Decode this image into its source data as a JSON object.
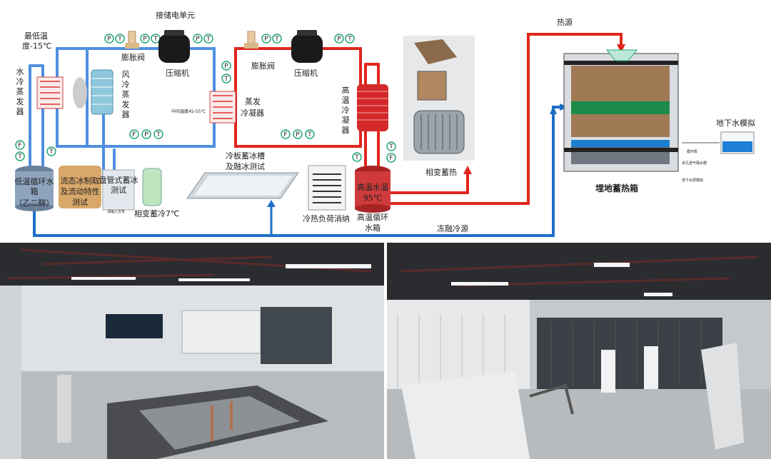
{
  "labels": {
    "storage_unit": "接储电单元",
    "min_temp": "最低温",
    "min_temp_value": "度-15℃",
    "water_evap": [
      "水",
      "冷",
      "蒸",
      "发",
      "器"
    ],
    "air_evap": [
      "风",
      "冷",
      "蒸",
      "发",
      "器"
    ],
    "expansion_valve_1": "膨胀阀",
    "compressor_1": "压缩机",
    "mid_temp": "中间温度45-55℃",
    "expansion_valve_2": "膨胀阀",
    "compressor_2": "压缩机",
    "evap_condenser": [
      "蒸发",
      "冷凝器"
    ],
    "ht_condenser": [
      "高",
      "温",
      "冷",
      "凝",
      "器"
    ],
    "low_tank": [
      "低温循环水",
      "箱",
      "（乙二醇）"
    ],
    "flow_ice": [
      "流态冰制取",
      "及流动特性",
      "测试"
    ],
    "coil_ice": [
      "盘管式蓄冰",
      "测试"
    ],
    "small_text": "请输入文本",
    "pcm_cold": "相变蓄冷7℃",
    "plate_tank": [
      "冷板蓄冰槽",
      "及融冰测试"
    ],
    "load_dissipation": "冷热负荷消纳",
    "ht_tank_temp": [
      "高温水温",
      "95℃"
    ],
    "ht_tank": [
      "高温循环",
      "水箱"
    ],
    "pcm_heat": "相变蓄热",
    "heat_source": "热源",
    "buried_box": "埋地蓄热箱",
    "groundwater": "地下水模拟",
    "cold_source": "冻融冷源",
    "circulation_pump": "循环泵",
    "porous_pipe": "多孔透气隔水膜",
    "ground_sim": "地下水层模拟",
    "sensor_p": "P",
    "sensor_t": "T",
    "sensor_f": "F"
  },
  "colors": {
    "hot_pipe": "#e1261c",
    "cold_pipe": "#1f6fc8",
    "light_cold_pipe": "#4f8fe0",
    "sensor": "#22a67a",
    "soil": "#a07a55",
    "green_layer": "#1e8a4a",
    "blue_layer": "#1a7fd0"
  }
}
